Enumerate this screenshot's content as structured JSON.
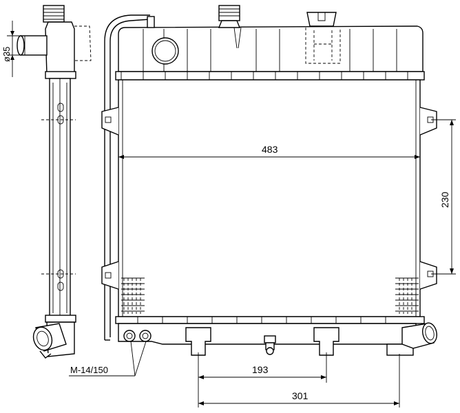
{
  "dimensions": {
    "core_width": "483",
    "mount_spacing": "230",
    "pipe_diameter": "ø35",
    "bottom_offset_a": "193",
    "bottom_offset_b": "301",
    "drain_plug": "M-14/150"
  }
}
